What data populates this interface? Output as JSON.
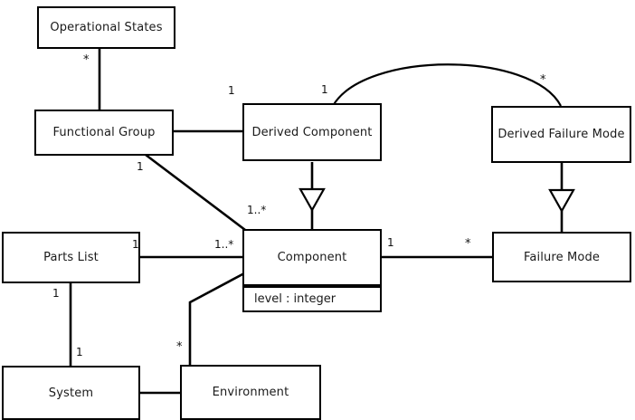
{
  "diagram": {
    "type": "uml-class-diagram",
    "title": "",
    "background_color": "#ffffff",
    "line_color": "#000000",
    "text_color": "#1a1a1a"
  },
  "classes": [
    {
      "id": "operational-states",
      "name": "Operational States",
      "attributes": []
    },
    {
      "id": "functional-group",
      "name": "Functional Group",
      "attributes": []
    },
    {
      "id": "derived-component",
      "name": "Derived Component",
      "attributes": []
    },
    {
      "id": "derived-failure-mode",
      "name": "Derived Failure Mode",
      "attributes": []
    },
    {
      "id": "parts-list",
      "name": "Parts List",
      "attributes": []
    },
    {
      "id": "component",
      "name": "Component",
      "attributes": [
        "level : integer"
      ]
    },
    {
      "id": "failure-mode",
      "name": "Failure Mode",
      "attributes": []
    },
    {
      "id": "system",
      "name": "System",
      "attributes": []
    },
    {
      "id": "environment",
      "name": "Environment",
      "attributes": []
    }
  ],
  "multiplicity_labels": [
    {
      "id": "op-states-to-functional-group",
      "text": "*"
    },
    {
      "id": "functional-group-to-derived-component",
      "text": "1"
    },
    {
      "id": "functional-group-to-component",
      "text": "1"
    },
    {
      "id": "component-from-functional-group",
      "text": "1..*"
    },
    {
      "id": "derived-component-to-derived-failure-mode",
      "text": "1"
    },
    {
      "id": "derived-failure-mode-from-derived-component",
      "text": "*"
    },
    {
      "id": "parts-list-to-component",
      "text": "1"
    },
    {
      "id": "component-from-parts-list",
      "text": "1..*"
    },
    {
      "id": "component-to-failure-mode",
      "text": "1"
    },
    {
      "id": "failure-mode-from-component",
      "text": "*"
    },
    {
      "id": "parts-list-to-system",
      "text": "1"
    },
    {
      "id": "system-from-parts-list",
      "text": "1"
    },
    {
      "id": "environment-to-component",
      "text": "*"
    }
  ],
  "relationships": [
    {
      "id": "op-states--functional-group",
      "kind": "association",
      "from": "Operational States",
      "to": "Functional Group",
      "from_multiplicity": "*",
      "to_multiplicity": ""
    },
    {
      "id": "functional-group--derived-component",
      "kind": "association",
      "from": "Functional Group",
      "to": "Derived Component",
      "from_multiplicity": "",
      "to_multiplicity": "1"
    },
    {
      "id": "functional-group--component",
      "kind": "association",
      "from": "Functional Group",
      "to": "Component",
      "from_multiplicity": "1",
      "to_multiplicity": "1..*"
    },
    {
      "id": "derived-component--derived-failure-mode",
      "kind": "association",
      "from": "Derived Component",
      "to": "Derived Failure Mode",
      "from_multiplicity": "1",
      "to_multiplicity": "*"
    },
    {
      "id": "derived-component--component",
      "kind": "generalization",
      "from": "Derived Component",
      "to": "Component",
      "from_multiplicity": "",
      "to_multiplicity": ""
    },
    {
      "id": "derived-failure-mode--failure-mode",
      "kind": "generalization",
      "from": "Derived Failure Mode",
      "to": "Failure Mode",
      "from_multiplicity": "",
      "to_multiplicity": ""
    },
    {
      "id": "parts-list--component",
      "kind": "association",
      "from": "Parts List",
      "to": "Component",
      "from_multiplicity": "1",
      "to_multiplicity": "1..*"
    },
    {
      "id": "component--failure-mode",
      "kind": "association",
      "from": "Component",
      "to": "Failure Mode",
      "from_multiplicity": "1",
      "to_multiplicity": "*"
    },
    {
      "id": "parts-list--system",
      "kind": "association",
      "from": "Parts List",
      "to": "System",
      "from_multiplicity": "1",
      "to_multiplicity": "1"
    },
    {
      "id": "system--environment",
      "kind": "association",
      "from": "System",
      "to": "Environment",
      "from_multiplicity": "",
      "to_multiplicity": ""
    },
    {
      "id": "environment--component",
      "kind": "association",
      "from": "Environment",
      "to": "Component",
      "from_multiplicity": "*",
      "to_multiplicity": ""
    }
  ]
}
